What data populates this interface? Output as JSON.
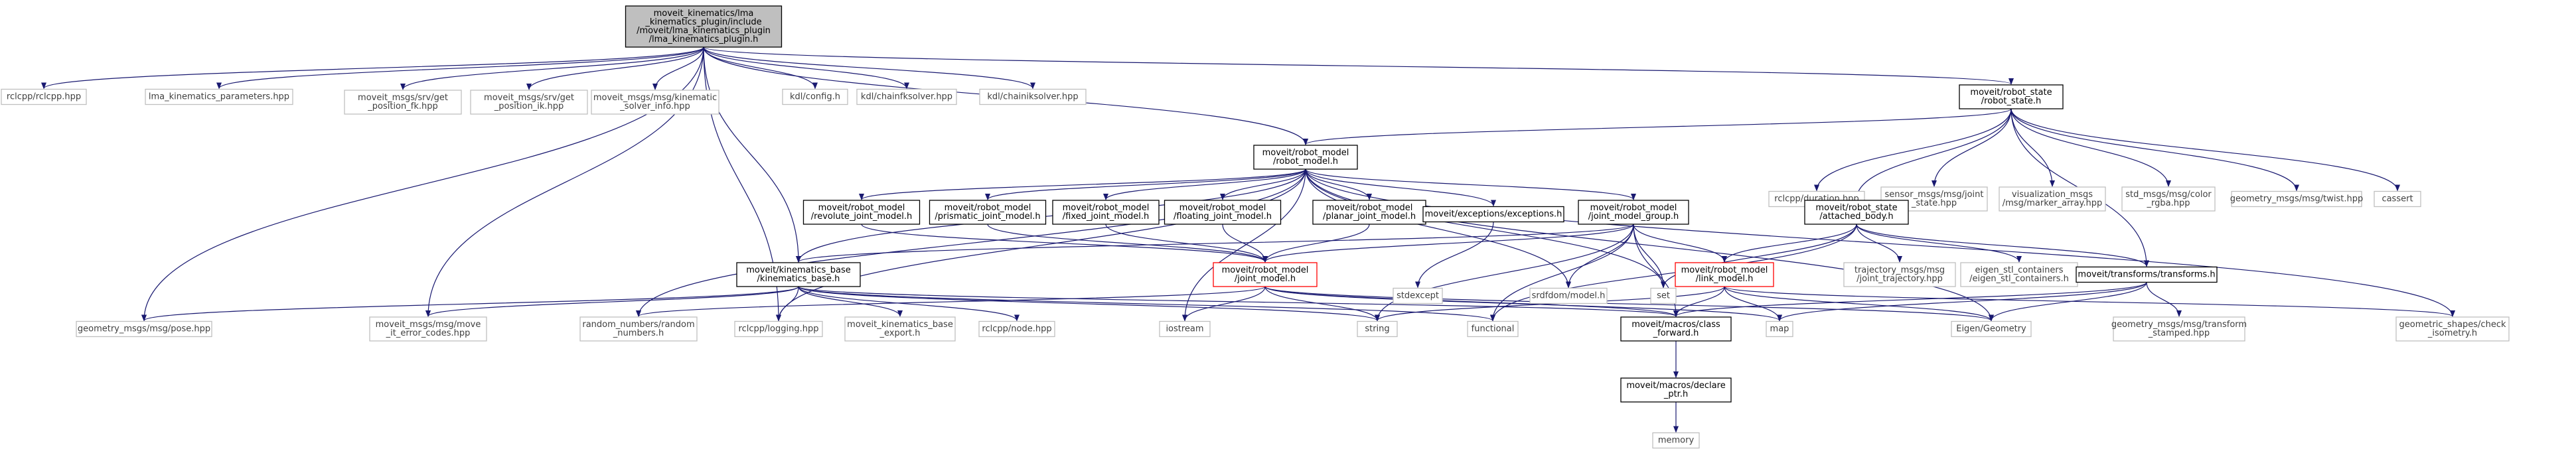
{
  "colors": {
    "edge": "#191970",
    "root_fill": "#bfbfbf",
    "box_gray": "#bfbfbf",
    "box_black": "#000000",
    "box_red": "#ff0000",
    "text": "#3f3f3f"
  },
  "nodes": [
    {
      "id": "root",
      "lines": [
        "moveit_kinematics/lma",
        "_kinematics_plugin/include",
        "/moveit/lma_kinematics_plugin",
        "/lma_kinematics_plugin.h"
      ],
      "style": "root"
    },
    {
      "id": "rclcpp",
      "lines": [
        "rclcpp/rclcpp.hpp"
      ],
      "style": "gray"
    },
    {
      "id": "lma_params",
      "lines": [
        "lma_kinematics_parameters.hpp"
      ],
      "style": "gray"
    },
    {
      "id": "get_fk",
      "lines": [
        "moveit_msgs/srv/get",
        "_position_fk.hpp"
      ],
      "style": "gray"
    },
    {
      "id": "get_ik",
      "lines": [
        "moveit_msgs/srv/get",
        "_position_ik.hpp"
      ],
      "style": "gray"
    },
    {
      "id": "kin_solver_info",
      "lines": [
        "moveit_msgs/msg/kinematic",
        "_solver_info.hpp"
      ],
      "style": "gray"
    },
    {
      "id": "kdl_config",
      "lines": [
        "kdl/config.h"
      ],
      "style": "gray"
    },
    {
      "id": "kdl_chainfk",
      "lines": [
        "kdl/chainfksolver.hpp"
      ],
      "style": "gray"
    },
    {
      "id": "kdl_chainik",
      "lines": [
        "kdl/chainiksolver.hpp"
      ],
      "style": "gray"
    },
    {
      "id": "robot_state",
      "lines": [
        "moveit/robot_state",
        "/robot_state.h"
      ],
      "style": "dark"
    },
    {
      "id": "robot_model",
      "lines": [
        "moveit/robot_model",
        "/robot_model.h"
      ],
      "style": "dark"
    },
    {
      "id": "rclcpp_duration",
      "lines": [
        "rclcpp/duration.hpp"
      ],
      "style": "gray"
    },
    {
      "id": "sensor_joint_state",
      "lines": [
        "sensor_msgs/msg/joint",
        "_state.hpp"
      ],
      "style": "gray"
    },
    {
      "id": "viz_marker_array",
      "lines": [
        "visualization_msgs",
        "/msg/marker_array.hpp"
      ],
      "style": "gray"
    },
    {
      "id": "color_rgba",
      "lines": [
        "std_msgs/msg/color",
        "_rgba.hpp"
      ],
      "style": "gray"
    },
    {
      "id": "twist",
      "lines": [
        "geometry_msgs/msg/twist.hpp"
      ],
      "style": "gray"
    },
    {
      "id": "cassert",
      "lines": [
        "cassert"
      ],
      "style": "gray"
    },
    {
      "id": "revolute",
      "lines": [
        "moveit/robot_model",
        "/revolute_joint_model.h"
      ],
      "style": "dark"
    },
    {
      "id": "prismatic",
      "lines": [
        "moveit/robot_model",
        "/prismatic_joint_model.h"
      ],
      "style": "dark"
    },
    {
      "id": "fixed",
      "lines": [
        "moveit/robot_model",
        "/fixed_joint_model.h"
      ],
      "style": "dark"
    },
    {
      "id": "floating",
      "lines": [
        "moveit/robot_model",
        "/floating_joint_model.h"
      ],
      "style": "dark"
    },
    {
      "id": "planar",
      "lines": [
        "moveit/robot_model",
        "/planar_joint_model.h"
      ],
      "style": "dark"
    },
    {
      "id": "exceptions",
      "lines": [
        "moveit/exceptions/exceptions.h"
      ],
      "style": "dark"
    },
    {
      "id": "jmg",
      "lines": [
        "moveit/robot_model",
        "/joint_model_group.h"
      ],
      "style": "dark"
    },
    {
      "id": "attached_body",
      "lines": [
        "moveit/robot_state",
        "/attached_body.h"
      ],
      "style": "dark"
    },
    {
      "id": "kin_base",
      "lines": [
        "moveit/kinematics_base",
        "/kinematics_base.h"
      ],
      "style": "dark"
    },
    {
      "id": "joint_model",
      "lines": [
        "moveit/robot_model",
        "/joint_model.h"
      ],
      "style": "red"
    },
    {
      "id": "stdexcept",
      "lines": [
        "stdexcept"
      ],
      "style": "gray"
    },
    {
      "id": "srdfdom",
      "lines": [
        "srdfdom/model.h"
      ],
      "style": "gray"
    },
    {
      "id": "set",
      "lines": [
        "set"
      ],
      "style": "gray"
    },
    {
      "id": "link_model",
      "lines": [
        "moveit/robot_model",
        "/link_model.h"
      ],
      "style": "red"
    },
    {
      "id": "traj_msgs",
      "lines": [
        "trajectory_msgs/msg",
        "/joint_trajectory.hpp"
      ],
      "style": "gray"
    },
    {
      "id": "eigen_stl",
      "lines": [
        "eigen_stl_containers",
        "/eigen_stl_containers.h"
      ],
      "style": "gray"
    },
    {
      "id": "transforms",
      "lines": [
        "moveit/transforms/transforms.h"
      ],
      "style": "dark"
    },
    {
      "id": "pose",
      "lines": [
        "geometry_msgs/msg/pose.hpp"
      ],
      "style": "gray"
    },
    {
      "id": "moveit_error",
      "lines": [
        "moveit_msgs/msg/move",
        "_it_error_codes.hpp"
      ],
      "style": "gray"
    },
    {
      "id": "random_numbers",
      "lines": [
        "random_numbers/random",
        "_numbers.h"
      ],
      "style": "gray"
    },
    {
      "id": "rclcpp_logging",
      "lines": [
        "rclcpp/logging.hpp"
      ],
      "style": "gray"
    },
    {
      "id": "kin_base_export",
      "lines": [
        "moveit_kinematics_base",
        "_export.h"
      ],
      "style": "gray"
    },
    {
      "id": "rclcpp_node",
      "lines": [
        "rclcpp/node.hpp"
      ],
      "style": "gray"
    },
    {
      "id": "iostream",
      "lines": [
        "iostream"
      ],
      "style": "gray"
    },
    {
      "id": "string",
      "lines": [
        "string"
      ],
      "style": "gray"
    },
    {
      "id": "functional",
      "lines": [
        "functional"
      ],
      "style": "gray"
    },
    {
      "id": "class_forward",
      "lines": [
        "moveit/macros/class",
        "_forward.h"
      ],
      "style": "dark"
    },
    {
      "id": "map",
      "lines": [
        "map"
      ],
      "style": "gray"
    },
    {
      "id": "eigen_geometry",
      "lines": [
        "Eigen/Geometry"
      ],
      "style": "gray"
    },
    {
      "id": "transform_stamped",
      "lines": [
        "geometry_msgs/msg/transform",
        "_stamped.hpp"
      ],
      "style": "gray"
    },
    {
      "id": "check_isometry",
      "lines": [
        "geometric_shapes/check",
        "_isometry.h"
      ],
      "style": "gray"
    },
    {
      "id": "declare_ptr",
      "lines": [
        "moveit/macros/declare",
        "_ptr.h"
      ],
      "style": "dark"
    },
    {
      "id": "memory",
      "lines": [
        "memory"
      ],
      "style": "gray"
    }
  ],
  "edges": [
    [
      "root",
      "rclcpp"
    ],
    [
      "root",
      "lma_params"
    ],
    [
      "root",
      "get_fk"
    ],
    [
      "root",
      "get_ik"
    ],
    [
      "root",
      "kin_solver_info"
    ],
    [
      "root",
      "kdl_config"
    ],
    [
      "root",
      "kdl_chainfk"
    ],
    [
      "root",
      "kdl_chainik"
    ],
    [
      "root",
      "robot_state"
    ],
    [
      "root",
      "robot_model"
    ],
    [
      "root",
      "kin_base"
    ],
    [
      "root",
      "pose"
    ],
    [
      "root",
      "moveit_error"
    ],
    [
      "root",
      "rclcpp_logging"
    ],
    [
      "robot_state",
      "rclcpp_duration"
    ],
    [
      "robot_state",
      "sensor_joint_state"
    ],
    [
      "robot_state",
      "viz_marker_array"
    ],
    [
      "robot_state",
      "color_rgba"
    ],
    [
      "robot_state",
      "twist"
    ],
    [
      "robot_state",
      "cassert"
    ],
    [
      "robot_state",
      "robot_model"
    ],
    [
      "robot_state",
      "attached_body"
    ],
    [
      "robot_state",
      "transforms"
    ],
    [
      "robot_model",
      "revolute"
    ],
    [
      "robot_model",
      "prismatic"
    ],
    [
      "robot_model",
      "fixed"
    ],
    [
      "robot_model",
      "floating"
    ],
    [
      "robot_model",
      "planar"
    ],
    [
      "robot_model",
      "exceptions"
    ],
    [
      "robot_model",
      "jmg"
    ],
    [
      "robot_model",
      "kin_base"
    ],
    [
      "robot_model",
      "srdfdom"
    ],
    [
      "robot_model",
      "set"
    ],
    [
      "robot_model",
      "iostream"
    ],
    [
      "robot_model",
      "random_numbers"
    ],
    [
      "robot_model",
      "rclcpp_logging"
    ],
    [
      "robot_model",
      "check_isometry"
    ],
    [
      "robot_model",
      "eigen_geometry"
    ],
    [
      "revolute",
      "joint_model"
    ],
    [
      "prismatic",
      "joint_model"
    ],
    [
      "fixed",
      "joint_model"
    ],
    [
      "floating",
      "joint_model"
    ],
    [
      "planar",
      "joint_model"
    ],
    [
      "exceptions",
      "stdexcept"
    ],
    [
      "jmg",
      "joint_model"
    ],
    [
      "jmg",
      "link_model"
    ],
    [
      "jmg",
      "kin_base"
    ],
    [
      "jmg",
      "srdfdom"
    ],
    [
      "jmg",
      "set"
    ],
    [
      "jmg",
      "string"
    ],
    [
      "jmg",
      "functional"
    ],
    [
      "jmg",
      "class_forward"
    ],
    [
      "attached_body",
      "link_model"
    ],
    [
      "attached_body",
      "traj_msgs"
    ],
    [
      "attached_body",
      "eigen_stl"
    ],
    [
      "attached_body",
      "set"
    ],
    [
      "attached_body",
      "functional"
    ],
    [
      "attached_body",
      "transforms"
    ],
    [
      "kin_base",
      "pose"
    ],
    [
      "kin_base",
      "moveit_error"
    ],
    [
      "kin_base",
      "rclcpp_logging"
    ],
    [
      "kin_base",
      "kin_base_export"
    ],
    [
      "kin_base",
      "rclcpp_node"
    ],
    [
      "kin_base",
      "string"
    ],
    [
      "kin_base",
      "functional"
    ],
    [
      "kin_base",
      "class_forward"
    ],
    [
      "joint_model",
      "random_numbers"
    ],
    [
      "joint_model",
      "iostream"
    ],
    [
      "joint_model",
      "string"
    ],
    [
      "joint_model",
      "map"
    ],
    [
      "joint_model",
      "eigen_geometry"
    ],
    [
      "joint_model",
      "class_forward"
    ],
    [
      "link_model",
      "string"
    ],
    [
      "link_model",
      "class_forward"
    ],
    [
      "link_model",
      "map"
    ],
    [
      "link_model",
      "eigen_geometry"
    ],
    [
      "link_model",
      "check_isometry"
    ],
    [
      "transforms",
      "class_forward"
    ],
    [
      "transforms",
      "map"
    ],
    [
      "transforms",
      "eigen_geometry"
    ],
    [
      "transforms",
      "transform_stamped"
    ],
    [
      "class_forward",
      "declare_ptr"
    ],
    [
      "declare_ptr",
      "memory"
    ]
  ]
}
